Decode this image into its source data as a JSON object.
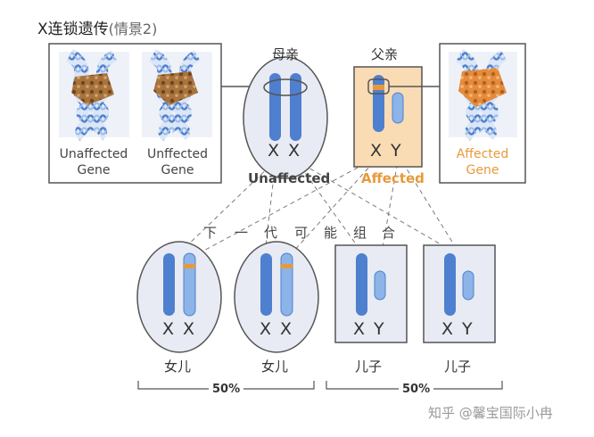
{
  "title": {
    "main": "X连锁遗传",
    "sub": "(情景2)"
  },
  "parents": {
    "mother": {
      "label": "母亲",
      "genotype": "X X",
      "status": "Unaffected"
    },
    "father": {
      "label": "父亲",
      "genotype": "X Y",
      "status": "Affected"
    }
  },
  "genes": {
    "unaffected_1": [
      "Unaffected",
      "Gene"
    ],
    "unaffected_2": [
      "Unffected",
      "Gene"
    ],
    "affected": [
      "Affected",
      "Gene"
    ]
  },
  "next_generation_label": [
    "下",
    "一",
    "代",
    "可",
    "能",
    "组",
    "合"
  ],
  "children": [
    {
      "label": "女儿",
      "genotype": "X X"
    },
    {
      "label": "女儿",
      "genotype": "X X"
    },
    {
      "label": "儿子",
      "genotype": "X Y"
    },
    {
      "label": "儿子",
      "genotype": "X Y"
    }
  ],
  "groups": {
    "daughters_pct": "50%",
    "sons_pct": "50%"
  },
  "watermark": "知乎 @馨宝国际小冉",
  "colors": {
    "chromosome": "#4f7fcf",
    "chromosome_light": "#8db4e8",
    "affected": "#e69a3a",
    "affected_bg": "#f9dcb4",
    "panel_bg": "#e8ebf3",
    "outline": "#555555"
  }
}
